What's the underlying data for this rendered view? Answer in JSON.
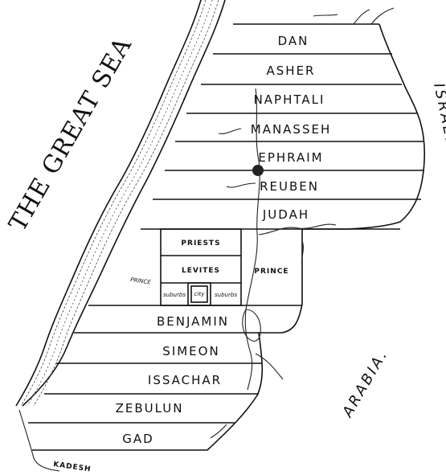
{
  "map": {
    "sea_label": "THE GREAT SEA",
    "tribes": [
      "DAN",
      "ASHER",
      "NAPHTALI",
      "MANASSEH",
      "EPHRAIM",
      "REUBEN",
      "JUDAH",
      "BENJAMIN",
      "SIMEON",
      "ISSACHAR",
      "ZEBULUN",
      "GAD"
    ],
    "portion": {
      "priests": "PRIESTS",
      "levites": "LEVITES",
      "prince_left": "PRINCE",
      "prince_right": "PRINCE",
      "suburbs_left": "suburbs",
      "city": "city",
      "suburbs_right": "suburbs"
    },
    "places": {
      "kadesh": "KADESH",
      "arabia": "ARABIA.",
      "israel": "ISRAEL"
    }
  }
}
